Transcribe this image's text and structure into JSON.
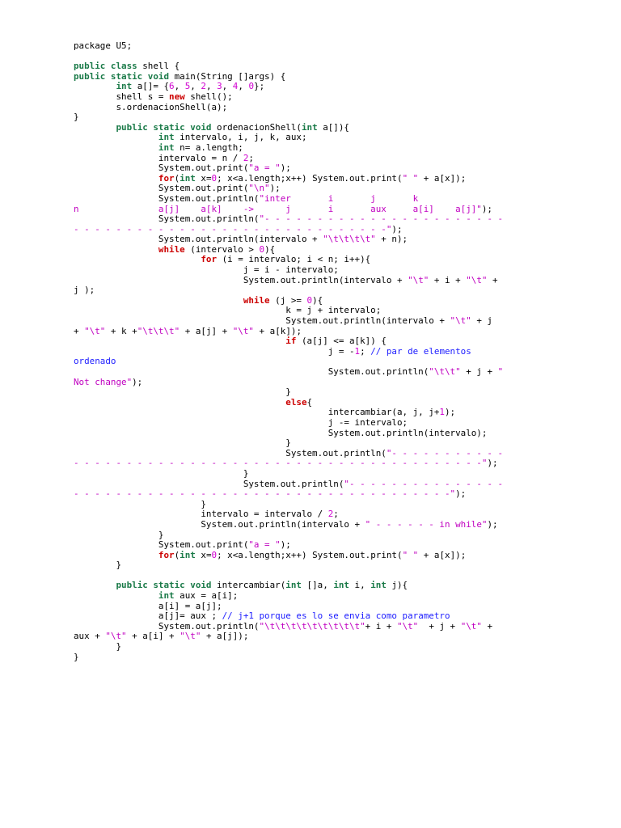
{
  "colors": {
    "keyword": "#1a7a48",
    "control": "#cc0000",
    "string": "#c000c0",
    "number": "#d000d0",
    "comment": "#2020ff",
    "text": "#000000"
  },
  "lines": [
    [
      [
        "t",
        "package U5;"
      ]
    ],
    [],
    [
      [
        "k",
        "public class"
      ],
      [
        "t",
        " shell {"
      ]
    ],
    [
      [
        "k",
        "public static void"
      ],
      [
        "t",
        " main(String []args) {"
      ]
    ],
    [
      [
        "t",
        "        "
      ],
      [
        "k",
        "int"
      ],
      [
        "t",
        " a[]= {"
      ],
      [
        "n",
        "6"
      ],
      [
        "t",
        ", "
      ],
      [
        "n",
        "5"
      ],
      [
        "t",
        ", "
      ],
      [
        "n",
        "2"
      ],
      [
        "t",
        ", "
      ],
      [
        "n",
        "3"
      ],
      [
        "t",
        ", "
      ],
      [
        "n",
        "4"
      ],
      [
        "t",
        ", "
      ],
      [
        "n",
        "0"
      ],
      [
        "t",
        "};"
      ]
    ],
    [
      [
        "t",
        "        shell s = "
      ],
      [
        "r",
        "new"
      ],
      [
        "t",
        " shell();"
      ]
    ],
    [
      [
        "t",
        "        s.ordenacionShell(a);"
      ]
    ],
    [
      [
        "t",
        "}"
      ]
    ],
    [
      [
        "t",
        "        "
      ],
      [
        "k",
        "public static void"
      ],
      [
        "t",
        " ordenacionShell("
      ],
      [
        "k",
        "int"
      ],
      [
        "t",
        " a[]){"
      ]
    ],
    [
      [
        "t",
        "                "
      ],
      [
        "k",
        "int"
      ],
      [
        "t",
        " intervalo, i, j, k, aux;"
      ]
    ],
    [
      [
        "t",
        "                "
      ],
      [
        "k",
        "int"
      ],
      [
        "t",
        " n= a.length;"
      ]
    ],
    [
      [
        "t",
        "                intervalo = n / "
      ],
      [
        "n",
        "2"
      ],
      [
        "t",
        ";"
      ]
    ],
    [
      [
        "t",
        "                System.out.print("
      ],
      [
        "s",
        "\"a = \""
      ],
      [
        "t",
        ");"
      ]
    ],
    [
      [
        "t",
        "                "
      ],
      [
        "r",
        "for"
      ],
      [
        "t",
        "("
      ],
      [
        "k",
        "int"
      ],
      [
        "t",
        " x="
      ],
      [
        "n",
        "0"
      ],
      [
        "t",
        "; x<a.length;x++) System.out.print("
      ],
      [
        "s",
        "\" \""
      ],
      [
        "t",
        " + a[x]);"
      ]
    ],
    [
      [
        "t",
        "                System.out.print("
      ],
      [
        "s",
        "\"\\n\""
      ],
      [
        "t",
        ");"
      ]
    ],
    [
      [
        "t",
        "                System.out.println("
      ],
      [
        "s",
        "\"inter       i       j       k"
      ]
    ],
    [
      [
        "s",
        "n               a[j]    a[k]    ->      j       i       aux     a[i]    a[j]\""
      ],
      [
        "t",
        ");"
      ]
    ],
    [
      [
        "t",
        "                System.out.println("
      ],
      [
        "s",
        "\"- - - - - - - - - - - - - - - - - - - - - - -"
      ]
    ],
    [
      [
        "s",
        "- - - - - - - - - - - - - - - - - - - - - - - - - - - - - -\""
      ],
      [
        "t",
        ");"
      ]
    ],
    [
      [
        "t",
        "                System.out.println(intervalo + "
      ],
      [
        "s",
        "\"\\t\\t\\t\\t\""
      ],
      [
        "t",
        " + n);"
      ]
    ],
    [
      [
        "t",
        "                "
      ],
      [
        "r",
        "while"
      ],
      [
        "t",
        " (intervalo > "
      ],
      [
        "n",
        "0"
      ],
      [
        "t",
        "){"
      ]
    ],
    [
      [
        "t",
        "                        "
      ],
      [
        "r",
        "for"
      ],
      [
        "t",
        " (i = intervalo; i < n; i++){"
      ]
    ],
    [
      [
        "t",
        "                                j = i - intervalo;"
      ]
    ],
    [
      [
        "t",
        "                                System.out.println(intervalo + "
      ],
      [
        "s",
        "\"\\t\""
      ],
      [
        "t",
        " + i + "
      ],
      [
        "s",
        "\"\\t\""
      ],
      [
        "t",
        " +"
      ]
    ],
    [
      [
        "t",
        "j );"
      ]
    ],
    [
      [
        "t",
        "                                "
      ],
      [
        "r",
        "while"
      ],
      [
        "t",
        " (j >= "
      ],
      [
        "n",
        "0"
      ],
      [
        "t",
        "){"
      ]
    ],
    [
      [
        "t",
        "                                        k = j + intervalo;"
      ]
    ],
    [
      [
        "t",
        "                                        System.out.println(intervalo + "
      ],
      [
        "s",
        "\"\\t\""
      ],
      [
        "t",
        " + j"
      ]
    ],
    [
      [
        "t",
        "+ "
      ],
      [
        "s",
        "\"\\t\""
      ],
      [
        "t",
        " + k +"
      ],
      [
        "s",
        "\"\\t\\t\\t\""
      ],
      [
        "t",
        " + a[j] + "
      ],
      [
        "s",
        "\"\\t\""
      ],
      [
        "t",
        " + a[k]);"
      ]
    ],
    [
      [
        "t",
        "                                        "
      ],
      [
        "r",
        "if"
      ],
      [
        "t",
        " (a[j] <= a[k]) {"
      ]
    ],
    [
      [
        "t",
        "                                                j = -"
      ],
      [
        "n",
        "1"
      ],
      [
        "t",
        "; "
      ],
      [
        "c",
        "// par de elementos"
      ]
    ],
    [
      [
        "c",
        "ordenado"
      ]
    ],
    [
      [
        "t",
        "                                                System.out.println("
      ],
      [
        "s",
        "\"\\t\\t\""
      ],
      [
        "t",
        " + j + "
      ],
      [
        "s",
        "\""
      ]
    ],
    [
      [
        "s",
        "Not change\""
      ],
      [
        "t",
        ");"
      ]
    ],
    [
      [
        "t",
        "                                        }"
      ]
    ],
    [
      [
        "t",
        "                                        "
      ],
      [
        "r",
        "else"
      ],
      [
        "t",
        "{"
      ]
    ],
    [
      [
        "t",
        "                                                intercambiar(a, j, j+"
      ],
      [
        "n",
        "1"
      ],
      [
        "t",
        ");"
      ]
    ],
    [
      [
        "t",
        "                                                j -= intervalo;"
      ]
    ],
    [
      [
        "t",
        "                                                System.out.println(intervalo);"
      ]
    ],
    [
      [
        "t",
        "                                        }"
      ]
    ],
    [
      [
        "t",
        "                                        System.out.println("
      ],
      [
        "s",
        "\"- - - - - - - - - - -"
      ]
    ],
    [
      [
        "s",
        "- - - - - - - - - - - - - - - - - - - - - - - - - - - - - - - - - - - - - - -\""
      ],
      [
        "t",
        ");"
      ]
    ],
    [
      [
        "t",
        "                                }"
      ]
    ],
    [
      [
        "t",
        "                                System.out.println("
      ],
      [
        "s",
        "\"- - - - - - - - - - - - - - -"
      ]
    ],
    [
      [
        "s",
        "- - - - - - - - - - - - - - - - - - - - - - - - - - - - - - - - - - - -\""
      ],
      [
        "t",
        ");"
      ]
    ],
    [
      [
        "t",
        "                        }"
      ]
    ],
    [
      [
        "t",
        "                        intervalo = intervalo / "
      ],
      [
        "n",
        "2"
      ],
      [
        "t",
        ";"
      ]
    ],
    [
      [
        "t",
        "                        System.out.println(intervalo + "
      ],
      [
        "s",
        "\" - - - - - - in while\""
      ],
      [
        "t",
        ");"
      ]
    ],
    [
      [
        "t",
        "                }"
      ]
    ],
    [
      [
        "t",
        "                System.out.print("
      ],
      [
        "s",
        "\"a = \""
      ],
      [
        "t",
        ");"
      ]
    ],
    [
      [
        "t",
        "                "
      ],
      [
        "r",
        "for"
      ],
      [
        "t",
        "("
      ],
      [
        "k",
        "int"
      ],
      [
        "t",
        " x="
      ],
      [
        "n",
        "0"
      ],
      [
        "t",
        "; x<a.length;x++) System.out.print("
      ],
      [
        "s",
        "\" \""
      ],
      [
        "t",
        " + a[x]);"
      ]
    ],
    [
      [
        "t",
        "        }"
      ]
    ],
    [],
    [
      [
        "t",
        "        "
      ],
      [
        "k",
        "public static void"
      ],
      [
        "t",
        " intercambiar("
      ],
      [
        "k",
        "int"
      ],
      [
        "t",
        " []a, "
      ],
      [
        "k",
        "int"
      ],
      [
        "t",
        " i, "
      ],
      [
        "k",
        "int"
      ],
      [
        "t",
        " j){"
      ]
    ],
    [
      [
        "t",
        "                "
      ],
      [
        "k",
        "int"
      ],
      [
        "t",
        " aux = a[i];"
      ]
    ],
    [
      [
        "t",
        "                a[i] = a[j];"
      ]
    ],
    [
      [
        "t",
        "                a[j]= aux ; "
      ],
      [
        "c",
        "// j+1 porque es lo se envia como parametro"
      ]
    ],
    [
      [
        "t",
        "                System.out.println("
      ],
      [
        "s",
        "\"\\t\\t\\t\\t\\t\\t\\t\\t\\t\""
      ],
      [
        "t",
        "+ i + "
      ],
      [
        "s",
        "\"\\t\""
      ],
      [
        "t",
        "  + j + "
      ],
      [
        "s",
        "\"\\t\""
      ],
      [
        "t",
        " +"
      ]
    ],
    [
      [
        "t",
        "aux + "
      ],
      [
        "s",
        "\"\\t\""
      ],
      [
        "t",
        " + a[i] + "
      ],
      [
        "s",
        "\"\\t\""
      ],
      [
        "t",
        " + a[j]);"
      ]
    ],
    [
      [
        "t",
        "        }"
      ]
    ],
    [
      [
        "t",
        "}"
      ]
    ]
  ]
}
